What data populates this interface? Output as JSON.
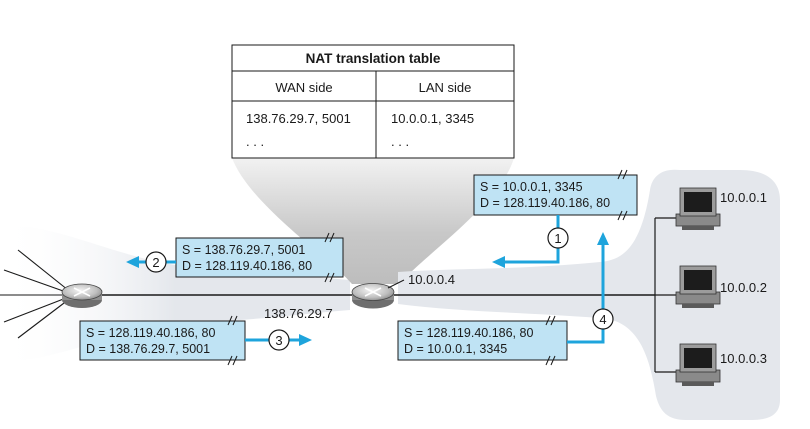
{
  "nat_table": {
    "title": "NAT translation table",
    "wan_header": "WAN side",
    "lan_header": "LAN side",
    "row_wan": "138.76.29.7, 5001",
    "row_lan": "10.0.0.1, 3345",
    "ellipsis_wan": ". . .",
    "ellipsis_lan": ". . ."
  },
  "hosts": [
    {
      "ip": "10.0.0.1"
    },
    {
      "ip": "10.0.0.2"
    },
    {
      "ip": "10.0.0.3"
    }
  ],
  "nat_router": {
    "lan_ip": "10.0.0.4",
    "wan_ip": "138.76.29.7"
  },
  "packets": {
    "p1": {
      "src": "S = 10.0.0.1, 3345",
      "dst": "D = 128.119.40.186, 80"
    },
    "p2": {
      "src": "S = 138.76.29.7, 5001",
      "dst": "D = 128.119.40.186, 80"
    },
    "p3": {
      "src": "S = 128.119.40.186, 80",
      "dst": "D = 138.76.29.7, 5001"
    },
    "p4": {
      "src": "S = 128.119.40.186, 80",
      "dst": "D = 10.0.0.1, 3345"
    }
  },
  "steps": {
    "s1": "1",
    "s2": "2",
    "s3": "3",
    "s4": "4"
  },
  "colors": {
    "packet_fill": "#bfe3f4",
    "arrow": "#1ea4dc",
    "cloud": "#e4e7ec",
    "lan_cloud": "#e4e7ec",
    "funnel": "#d9d9d9"
  }
}
